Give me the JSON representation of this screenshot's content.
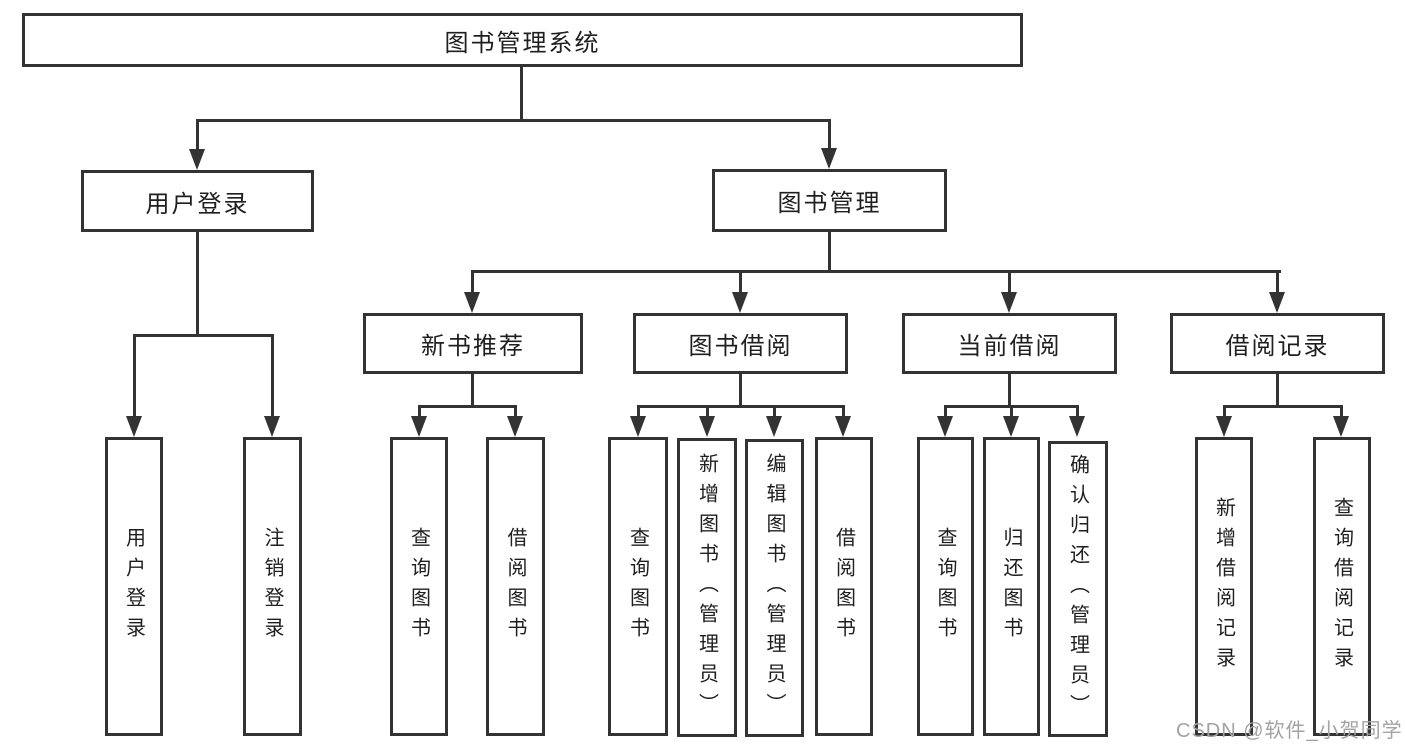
{
  "diagram_type": "hierarchy-tree",
  "colors": {
    "line": "#333333",
    "box_border": "#333333",
    "box_fill": "#ffffff",
    "text": "#1f1f1f",
    "background": "#ffffff",
    "watermark": "#a3a3a3"
  },
  "nodes": {
    "root": "图书管理系统",
    "branch_user_login": "用户登录",
    "branch_book_management": "图书管理",
    "module_new_book_recommend": "新书推荐",
    "module_book_borrowing": "图书借阅",
    "module_current_borrowing": "当前借阅",
    "module_borrowing_records": "借阅记录",
    "leaf_user_login": "用户登录",
    "leaf_logout": "注销登录",
    "leaf_query_books_recommend": "查询图书",
    "leaf_borrow_books_recommend": "借阅图书",
    "leaf_query_books_borrowing": "查询图书",
    "leaf_add_books_admin": "新增图书（管理员）",
    "leaf_edit_books_admin": "编辑图书（管理员）",
    "leaf_borrow_books_borrowing": "借阅图书",
    "leaf_query_books_current": "查询图书",
    "leaf_return_books": "归还图书",
    "leaf_confirm_return_admin": "确认归还（管理员）",
    "leaf_add_borrow_record": "新增借阅记录",
    "leaf_query_borrow_record": "查询借阅记录"
  },
  "hierarchy": {
    "图书管理系统": {
      "用户登录": [
        "用户登录",
        "注销登录"
      ],
      "图书管理": {
        "新书推荐": [
          "查询图书",
          "借阅图书"
        ],
        "图书借阅": [
          "查询图书",
          "新增图书（管理员）",
          "编辑图书（管理员）",
          "借阅图书"
        ],
        "当前借阅": [
          "查询图书",
          "归还图书",
          "确认归还（管理员）"
        ],
        "借阅记录": [
          "新增借阅记录",
          "查询借阅记录"
        ]
      }
    }
  },
  "watermark": {
    "text": "CSDN @软件_小贺同学"
  }
}
